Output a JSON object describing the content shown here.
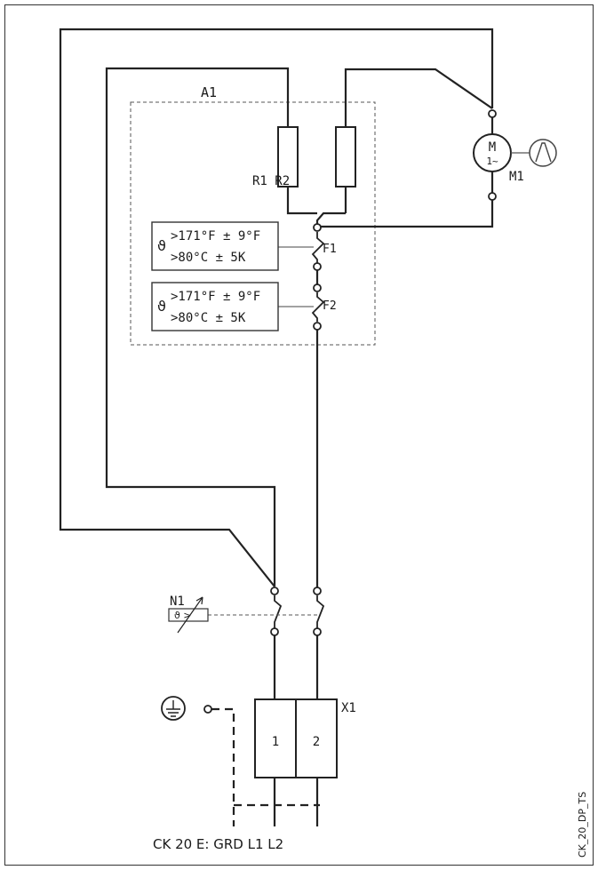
{
  "labels": {
    "a1": "A1",
    "r1r2": "R1 R2",
    "m_top": "M",
    "m_bottom": "1~",
    "m1": "M1",
    "f1": "F1",
    "f2": "F2",
    "n1": "N1",
    "n1_symbol": "ϑ >",
    "x1": "X1",
    "term1": "1",
    "term2": "2",
    "footer": "CK 20 E: GRD L1 L2",
    "drawing_code": "CK_20_DP_TS"
  },
  "thermostat_f1": {
    "symbol": "ϑ",
    "line1": ">171°F ± 9°F",
    "line2": ">80°C ± 5K"
  },
  "thermostat_f2": {
    "symbol": "ϑ",
    "line1": ">171°F ± 9°F",
    "line2": ">80°C ± 5K"
  }
}
